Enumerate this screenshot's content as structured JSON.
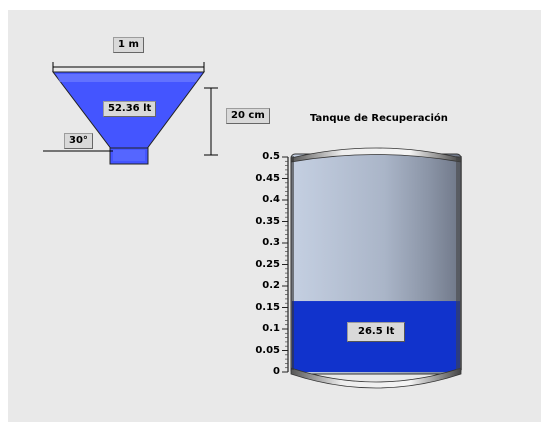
{
  "hopper": {
    "width_label": "1 m",
    "height_label": "20 cm",
    "angle_label": "30°",
    "volume_label": "52.36 lt",
    "fill_color": "#4455ff"
  },
  "tank": {
    "title": "Tanque de Recuperación",
    "volume_label": "26.5 lt",
    "level": 0.165,
    "scale_max": 0.5,
    "ticks": [
      "0.5",
      "0.45",
      "0.4",
      "0.35",
      "0.3",
      "0.25",
      "0.2",
      "0.15",
      "0.1",
      "0.05",
      "0"
    ],
    "fill_color": "#1133cc"
  }
}
